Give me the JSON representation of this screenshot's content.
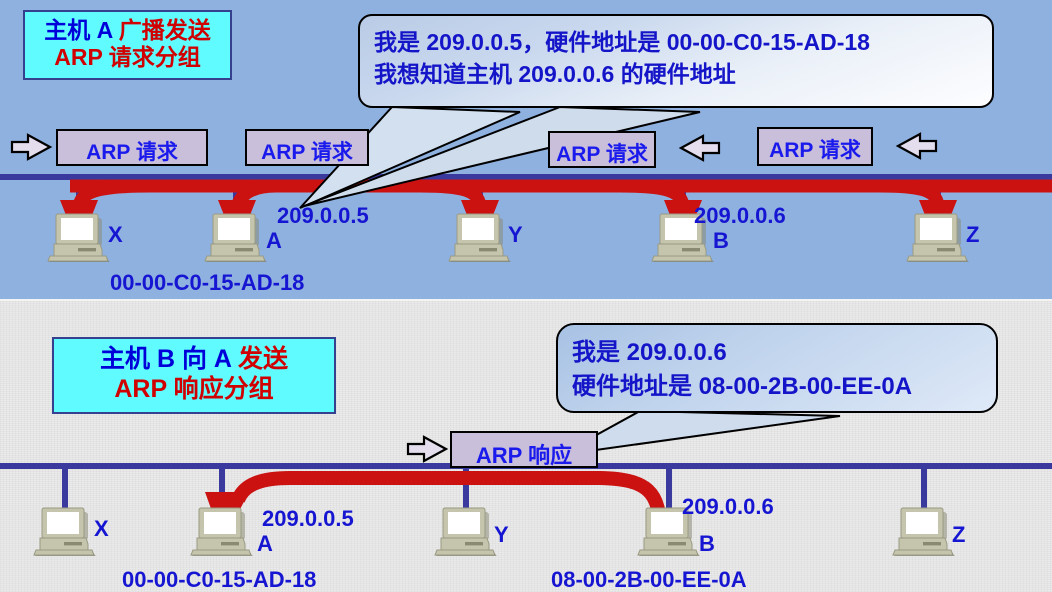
{
  "figure": {
    "title": "ARP address resolution protocol illustration",
    "colors": {
      "top_panel_bg": "#8fb1e0",
      "bottom_panel_bg": "#e8e8e8",
      "bus_line": "#3a3a9e",
      "packet_arrow": "#cc1111",
      "title_box_fill": "#5ffbff",
      "title_box_border": "#35408f",
      "tag_box_fill": "#c9bfda",
      "text_blue": "#1616d2",
      "text_red": "#d00000"
    }
  },
  "top_panel": {
    "title_box": {
      "line1_blue": "主机 A",
      "line1_red": "广播发送",
      "line2_red": "ARP 请求分组"
    },
    "bubble": {
      "line1": "我是 209.0.0.5，硬件地址是 00-00-C0-15-AD-18",
      "line2": "我想知道主机 209.0.0.6 的硬件地址"
    },
    "tags": [
      {
        "label": "ARP 请求",
        "direction": "left"
      },
      {
        "label": "ARP 请求",
        "direction": "none"
      },
      {
        "label": "ARP 请求",
        "direction": "right"
      },
      {
        "label": "ARP 请求",
        "direction": "right"
      }
    ],
    "hosts": [
      {
        "name": "X",
        "ip": "",
        "mac": ""
      },
      {
        "name": "A",
        "ip": "209.0.0.5",
        "mac": "00-00-C0-15-AD-18"
      },
      {
        "name": "Y",
        "ip": "",
        "mac": ""
      },
      {
        "name": "B",
        "ip": "209.0.0.6",
        "mac": ""
      },
      {
        "name": "Z",
        "ip": "",
        "mac": ""
      }
    ]
  },
  "bottom_panel": {
    "title_box": {
      "line1_blue": "主机 B 向 A",
      "line1_red": "发送",
      "line2_red": "ARP 响应分组"
    },
    "bubble": {
      "line1": "我是 209.0.0.6",
      "line2": "硬件地址是 08-00-2B-00-EE-0A"
    },
    "tags": [
      {
        "label": "ARP 响应",
        "direction": "left"
      }
    ],
    "hosts": [
      {
        "name": "X",
        "ip": "",
        "mac": ""
      },
      {
        "name": "A",
        "ip": "209.0.0.5",
        "mac": "00-00-C0-15-AD-18"
      },
      {
        "name": "Y",
        "ip": "",
        "mac": ""
      },
      {
        "name": "B",
        "ip": "209.0.0.6",
        "mac": "08-00-2B-00-EE-0A"
      },
      {
        "name": "Z",
        "ip": "",
        "mac": ""
      }
    ]
  }
}
